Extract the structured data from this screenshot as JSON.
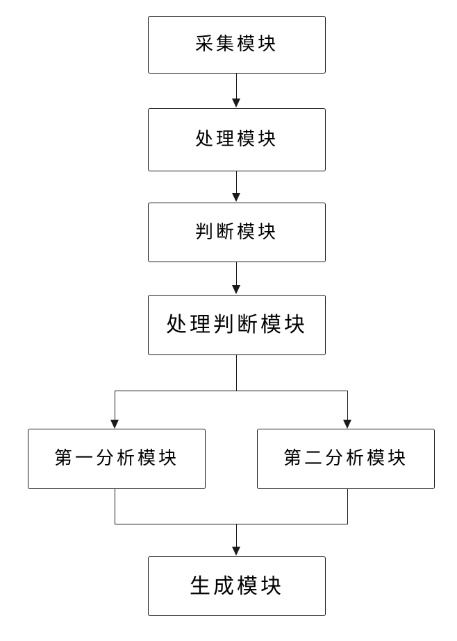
{
  "diagram": {
    "type": "flowchart",
    "orientation": "top-to-bottom",
    "background_color": "#ffffff",
    "line_color": "#1a1a1a",
    "text_color": "#000000",
    "nodes": [
      {
        "id": "collect",
        "label": "采集模块",
        "shape": "rectangle"
      },
      {
        "id": "process",
        "label": "处理模块",
        "shape": "rectangle"
      },
      {
        "id": "judge",
        "label": "判断模块",
        "shape": "rectangle"
      },
      {
        "id": "process-judge",
        "label": "处理判断模块",
        "shape": "rectangle"
      },
      {
        "id": "first-analysis",
        "label": "第一分析模块",
        "shape": "rectangle"
      },
      {
        "id": "second-analysis",
        "label": "第二分析模块",
        "shape": "rectangle"
      },
      {
        "id": "generate",
        "label": "生成模块",
        "shape": "rectangle"
      }
    ],
    "edges": [
      {
        "from": "collect",
        "to": "process",
        "style": "arrow"
      },
      {
        "from": "process",
        "to": "judge",
        "style": "arrow"
      },
      {
        "from": "judge",
        "to": "process-judge",
        "style": "arrow"
      },
      {
        "from": "process-judge",
        "to": "first-analysis",
        "style": "arrow"
      },
      {
        "from": "process-judge",
        "to": "second-analysis",
        "style": "arrow"
      },
      {
        "from": "first-analysis",
        "to": "generate",
        "style": "arrow"
      },
      {
        "from": "second-analysis",
        "to": "generate",
        "style": "arrow"
      }
    ]
  }
}
